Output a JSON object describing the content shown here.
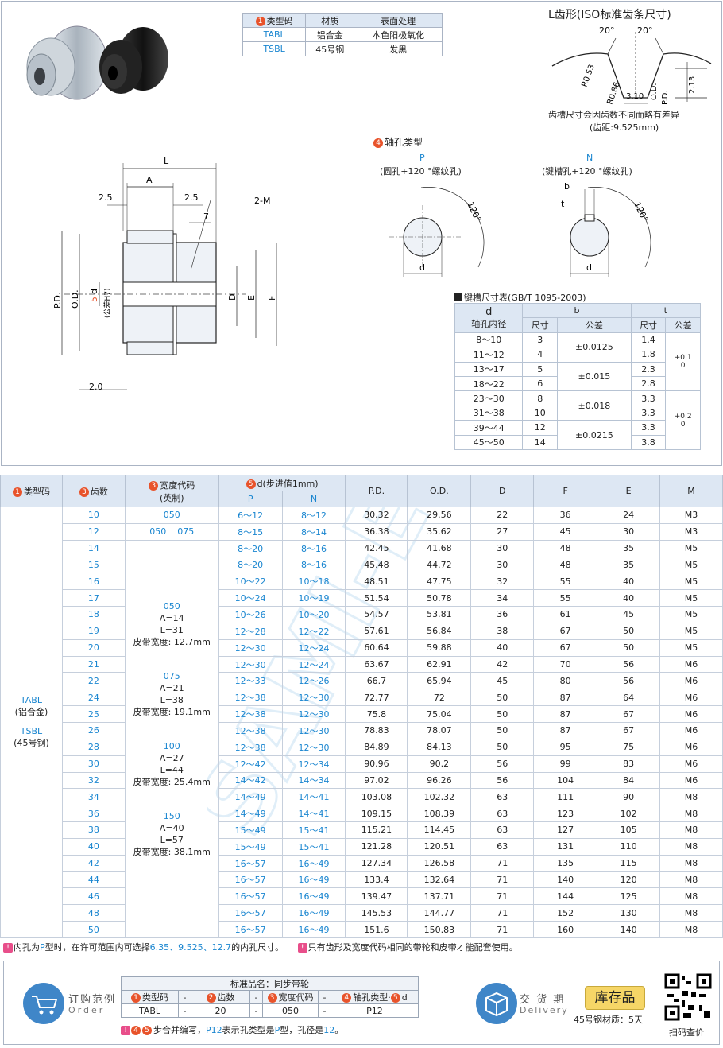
{
  "material_table": {
    "headers": [
      "类型码",
      "材质",
      "表面处理"
    ],
    "rows": [
      [
        "TABL",
        "铝合金",
        "本色阳极氧化"
      ],
      [
        "TSBL",
        "45号钢",
        "发黑"
      ]
    ]
  },
  "tooth_profile": {
    "title": "L齿形(ISO标准齿条尺寸)",
    "angle1": "20°",
    "angle2": "20°",
    "r1": "R0.53",
    "r2": "R0.86",
    "width": "3.10",
    "depth": "2.13",
    "pd": "P.D.",
    "od": "O.D.",
    "note1": "齿槽尺寸会因齿数不同而略有差异",
    "note2": "(齿距:9.525mm)"
  },
  "drawing": {
    "L": "L",
    "A": "A",
    "d25a": "2.5",
    "d25b": "2.5",
    "d7": "7",
    "twoM": "2-M",
    "PD": "P.D.",
    "OD": "O.D.",
    "d_label": "d",
    "d_tol": "(公差H7)",
    "D": "D",
    "E": "E",
    "F": "F",
    "d20": "2.0",
    "circle_d5": "5"
  },
  "bore": {
    "title": "轴孔类型",
    "p_code": "P",
    "p_desc": "(圆孔+120 °螺纹孔)",
    "n_code": "N",
    "n_desc": "(键槽孔+120 °螺纹孔)",
    "angle": "120°",
    "d": "d",
    "b": "b",
    "t": "t"
  },
  "key_table": {
    "title": "键槽尺寸表(GB/T 1095-2003)",
    "h_d": "d",
    "h_sub": "轴孔内径",
    "h_b": "b",
    "h_t": "t",
    "h_size": "尺寸",
    "h_tol": "公差",
    "rows": [
      {
        "d": "8～10",
        "b": "3",
        "btol": "±0.0125",
        "t": "1.4"
      },
      {
        "d": "11～12",
        "b": "4",
        "btol": "",
        "t": "1.8"
      },
      {
        "d": "13～17",
        "b": "5",
        "btol": "±0.015",
        "t": "2.3"
      },
      {
        "d": "18～22",
        "b": "6",
        "btol": "",
        "t": "2.8"
      },
      {
        "d": "23～30",
        "b": "8",
        "btol": "±0.018",
        "t": "3.3"
      },
      {
        "d": "31～38",
        "b": "10",
        "btol": "",
        "t": "3.3"
      },
      {
        "d": "39～44",
        "b": "12",
        "btol": "±0.0215",
        "t": "3.3"
      },
      {
        "d": "45～50",
        "b": "14",
        "btol": "",
        "t": "3.8"
      }
    ],
    "ttol1": "+0.1\n0",
    "ttol2": "+0.2\n0"
  },
  "main_table": {
    "h_type": "类型码",
    "h_teeth": "齿数",
    "h_width": "宽度代码",
    "h_width_sub": "(英制)",
    "h_d": "d(步进值1mm)",
    "h_p": "P",
    "h_n": "N",
    "h_pd": "P.D.",
    "h_od": "O.D.",
    "h_D": "D",
    "h_F": "F",
    "h_E": "E",
    "h_M": "M",
    "type_tabl": "TABL",
    "type_tabl_mat": "(铝合金)",
    "type_tsbl": "TSBL",
    "type_tsbl_mat": "(45号钢)",
    "width_row10": "050",
    "width_row12a": "050",
    "width_row12b": "075",
    "width_groups": [
      {
        "code": "050",
        "a": "A=14",
        "l": "L=31",
        "w": "皮带宽度: 12.7mm"
      },
      {
        "code": "075",
        "a": "A=21",
        "l": "L=38",
        "w": "皮带宽度: 19.1mm"
      },
      {
        "code": "100",
        "a": "A=27",
        "l": "L=44",
        "w": "皮带宽度: 25.4mm"
      },
      {
        "code": "150",
        "a": "A=40",
        "l": "L=57",
        "w": "皮带宽度: 38.1mm"
      }
    ],
    "rows": [
      [
        "10",
        "6～12",
        "8～12",
        "30.32",
        "29.56",
        "22",
        "36",
        "24",
        "M3"
      ],
      [
        "12",
        "8～15",
        "8～14",
        "36.38",
        "35.62",
        "27",
        "45",
        "30",
        "M3"
      ],
      [
        "14",
        "8～20",
        "8～16",
        "42.45",
        "41.68",
        "30",
        "48",
        "35",
        "M5"
      ],
      [
        "15",
        "8～20",
        "8～16",
        "45.48",
        "44.72",
        "30",
        "48",
        "35",
        "M5"
      ],
      [
        "16",
        "10～22",
        "10～18",
        "48.51",
        "47.75",
        "32",
        "55",
        "40",
        "M5"
      ],
      [
        "17",
        "10～24",
        "10～19",
        "51.54",
        "50.78",
        "34",
        "55",
        "40",
        "M5"
      ],
      [
        "18",
        "10～26",
        "10～20",
        "54.57",
        "53.81",
        "36",
        "61",
        "45",
        "M5"
      ],
      [
        "19",
        "12～28",
        "12～22",
        "57.61",
        "56.84",
        "38",
        "67",
        "50",
        "M5"
      ],
      [
        "20",
        "12～30",
        "12～24",
        "60.64",
        "59.88",
        "40",
        "67",
        "50",
        "M5"
      ],
      [
        "21",
        "12～30",
        "12～24",
        "63.67",
        "62.91",
        "42",
        "70",
        "56",
        "M6"
      ],
      [
        "22",
        "12～33",
        "12～26",
        "66.7",
        "65.94",
        "45",
        "80",
        "56",
        "M6"
      ],
      [
        "24",
        "12～38",
        "12～30",
        "72.77",
        "72",
        "50",
        "87",
        "64",
        "M6"
      ],
      [
        "25",
        "12～38",
        "12～30",
        "75.8",
        "75.04",
        "50",
        "87",
        "67",
        "M6"
      ],
      [
        "26",
        "12～38",
        "12～30",
        "78.83",
        "78.07",
        "50",
        "87",
        "67",
        "M6"
      ],
      [
        "28",
        "12～38",
        "12～30",
        "84.89",
        "84.13",
        "50",
        "95",
        "75",
        "M6"
      ],
      [
        "30",
        "12～42",
        "12～34",
        "90.96",
        "90.2",
        "56",
        "99",
        "83",
        "M6"
      ],
      [
        "32",
        "14～42",
        "14～34",
        "97.02",
        "96.26",
        "56",
        "104",
        "84",
        "M6"
      ],
      [
        "34",
        "14～49",
        "14～41",
        "103.08",
        "102.32",
        "63",
        "111",
        "90",
        "M8"
      ],
      [
        "36",
        "14～49",
        "14～41",
        "109.15",
        "108.39",
        "63",
        "123",
        "102",
        "M8"
      ],
      [
        "38",
        "15～49",
        "15～41",
        "115.21",
        "114.45",
        "63",
        "127",
        "105",
        "M8"
      ],
      [
        "40",
        "15～49",
        "15～41",
        "121.28",
        "120.51",
        "63",
        "131",
        "110",
        "M8"
      ],
      [
        "42",
        "16～57",
        "16～49",
        "127.34",
        "126.58",
        "71",
        "135",
        "115",
        "M8"
      ],
      [
        "44",
        "16～57",
        "16～49",
        "133.4",
        "132.64",
        "71",
        "140",
        "120",
        "M8"
      ],
      [
        "46",
        "16～57",
        "16～49",
        "139.47",
        "137.71",
        "71",
        "144",
        "125",
        "M8"
      ],
      [
        "48",
        "16～57",
        "16～49",
        "145.53",
        "144.77",
        "71",
        "152",
        "130",
        "M8"
      ],
      [
        "50",
        "16～57",
        "16～49",
        "151.6",
        "150.83",
        "71",
        "160",
        "140",
        "M8"
      ]
    ]
  },
  "notes": {
    "n1a": "内孔为",
    "n1p": "P",
    "n1b": "型时，在许可范围内可选择",
    "n1v": "6.35、9.525、12.7",
    "n1c": "的内孔尺寸。",
    "n2": "只有齿形及宽度代码相同的带轮和皮带才能配套使用。"
  },
  "order": {
    "label": "订购范例",
    "label_en": "Order",
    "std_name": "标准品名：同步带轮",
    "h1": "类型码",
    "h2": "齿数",
    "h3": "宽度代码",
    "h4": "轴孔类型·",
    "h4b": "d",
    "v1": "TABL",
    "v2": "20",
    "v3": "050",
    "v4": "P12",
    "dash": "-",
    "note_a": "步合并编写，",
    "note_p": "P12",
    "note_b": "表示孔类型是",
    "note_p2": "P",
    "note_c": "型，孔径是",
    "note_v": "12",
    "note_d": "。"
  },
  "delivery": {
    "label": "交 货 期",
    "label_en": "Delivery",
    "stock": "库存品",
    "days": "45号钢材质：5天",
    "qr": "扫码查价"
  },
  "watermark": "SAMI-E"
}
